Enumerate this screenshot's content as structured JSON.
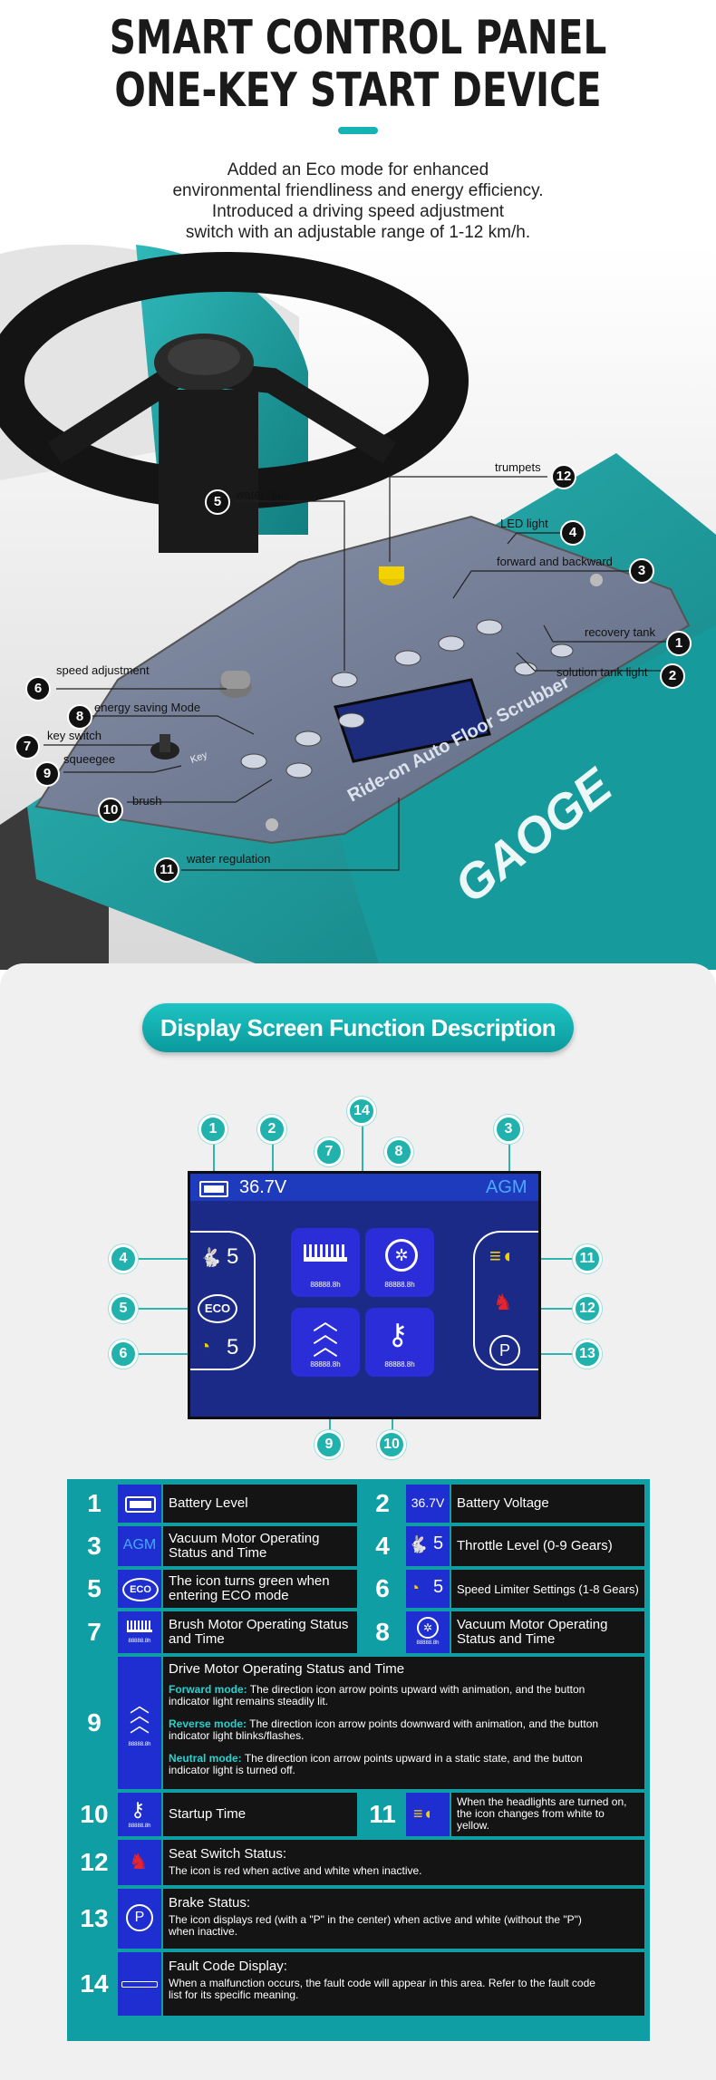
{
  "header": {
    "title_line1": "SMART CONTROL PANEL",
    "title_line2": "ONE-KEY START DEVICE",
    "intro": [
      "Added an Eco mode for enhanced",
      "environmental friendliness and energy efficiency.",
      "Introduced a driving speed adjustment",
      "switch with an adjustable range of 1-12 km/h."
    ]
  },
  "photo": {
    "brand": "GAOGE",
    "panel_text": "Ride-on Auto Floor Scrubber",
    "key_label": "Key",
    "callouts": [
      {
        "num": "12",
        "label": "trumpets"
      },
      {
        "num": "5",
        "label": "water gun"
      },
      {
        "num": "4",
        "label": "LED light"
      },
      {
        "num": "3",
        "label": "forward and backward"
      },
      {
        "num": "1",
        "label": "recovery tank"
      },
      {
        "num": "2",
        "label": "solution tank light"
      },
      {
        "num": "6",
        "label": "speed adjustment"
      },
      {
        "num": "8",
        "label": "energy saving Mode"
      },
      {
        "num": "7",
        "label": "key switch"
      },
      {
        "num": "9",
        "label": "squeegee"
      },
      {
        "num": "10",
        "label": "brush"
      },
      {
        "num": "11",
        "label": "water regulation"
      }
    ]
  },
  "section_title": "Display Screen Function Description",
  "screen": {
    "voltage": "36.7V",
    "battery_type": "AGM",
    "throttle": "5",
    "speed_limit": "5",
    "eco": "ECO",
    "hours": "88888.8h",
    "brake": "P",
    "bubbles": [
      "1",
      "2",
      "14",
      "3",
      "7",
      "8",
      "4",
      "11",
      "5",
      "12",
      "6",
      "13",
      "9",
      "10"
    ]
  },
  "table": {
    "rows": [
      {
        "num": "1",
        "text": "Battery Level"
      },
      {
        "num": "2",
        "icon_text": "36.7V",
        "text": "Battery Voltage"
      },
      {
        "num": "3",
        "icon_text": "AGM",
        "text": "Vacuum  Motor Operating Status and Time"
      },
      {
        "num": "4",
        "icon_text": "5",
        "text": "Throttle Level (0-9 Gears)"
      },
      {
        "num": "5",
        "icon_text": "ECO",
        "text": "The icon turns green when entering ECO mode"
      },
      {
        "num": "6",
        "icon_text": "5",
        "text": "Speed Limiter Settings (1-8 Gears)"
      },
      {
        "num": "7",
        "icon_text": "88888.8h",
        "text": "Brush Motor Operating Status and Time"
      },
      {
        "num": "8",
        "icon_text": "88888.8h",
        "text": "Vacuum  Motor Operating Status and Time"
      },
      {
        "num": "9",
        "icon_text": "88888.8h",
        "title": "Drive Motor Operating Status and Time",
        "forward_label": "Forward mode:",
        "forward_text": "The direction icon arrow points upward with animation, and the button indicator light remains steadily lit.",
        "reverse_label": "Reverse mode:",
        "reverse_text": "The direction icon arrow points downward with animation, and the button indicator light blinks/flashes.",
        "neutral_label": "Neutral mode:",
        "neutral_text": "The direction icon arrow points upward in a static state, and the button indicator light is turned off."
      },
      {
        "num": "10",
        "icon_text": "88888.8h",
        "text": "Startup Time"
      },
      {
        "num": "11",
        "text": "When the headlights are turned on, the icon changes from white to yellow."
      },
      {
        "num": "12",
        "title": "Seat Switch Status:",
        "text": "The icon is red when active and white when inactive."
      },
      {
        "num": "13",
        "icon_text": "P",
        "title": "Brake Status:",
        "text": "The icon displays red (with a \"P\" in the center) when active and white (without the \"P\") when inactive."
      },
      {
        "num": "14",
        "title": "Fault Code Display:",
        "text": "When a malfunction occurs, the fault code will appear in this area. Refer to the fault code list for its specific meaning."
      }
    ]
  },
  "colors": {
    "teal": "#15b3b3",
    "screen_blue": "#1a2a86",
    "tile_blue": "#2b2ed8",
    "table_bg": "#0f9ea3",
    "red": "#e8242b",
    "yellow": "#f5d000"
  }
}
